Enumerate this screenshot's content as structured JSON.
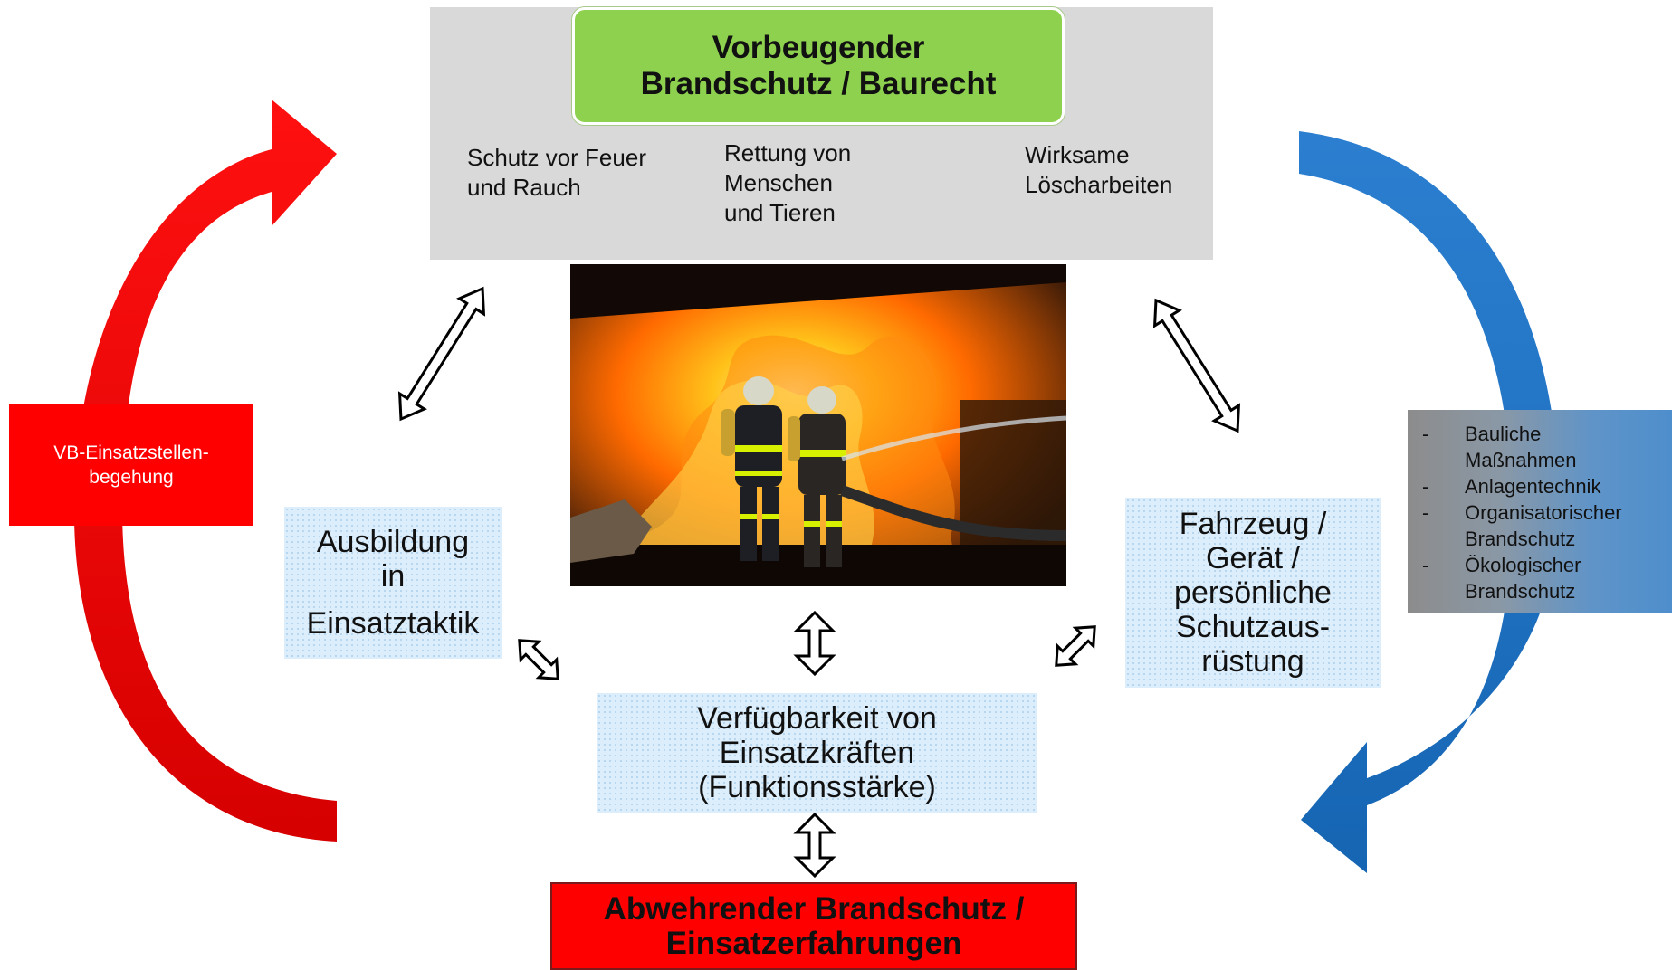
{
  "colors": {
    "green_box": "#8dd14f",
    "grey_panel": "#d9d9d9",
    "dotted_box": "#dceefb",
    "red": "#ff0000",
    "blue": "#1f6fc1"
  },
  "top": {
    "title_line1": "Vorbeugender",
    "title_line2": "Brandschutz / Baurecht",
    "col1": [
      "Schutz vor Feuer",
      "und Rauch"
    ],
    "col2": [
      "Rettung von",
      "Menschen",
      "und Tieren"
    ],
    "col3": [
      "Wirksame",
      "Löscharbeiten"
    ]
  },
  "left_box": [
    "Ausbildung",
    "in",
    "Einsatztaktik"
  ],
  "right_box": [
    "Fahrzeug /",
    "Gerät /",
    "persönliche",
    "Schutzaus-",
    "rüstung"
  ],
  "center_box": [
    "Verfügbarkeit von",
    "Einsatzkräften",
    "(Funktionsstärke)"
  ],
  "bottom_box": [
    "Abwehrender Brandschutz /",
    "Einsatzerfahrungen"
  ],
  "red_side": [
    "VB-Einsatzstellen-",
    "begehung"
  ],
  "gray_list": [
    {
      "dash": "-",
      "lines": [
        "Bauliche",
        "Maßnahmen"
      ]
    },
    {
      "dash": "-",
      "lines": [
        "Anlagentechnik"
      ]
    },
    {
      "dash": "-",
      "lines": [
        "Organisatorischer",
        "Brandschutz"
      ]
    },
    {
      "dash": "-",
      "lines": [
        "Ökologischer",
        "Brandschutz"
      ]
    }
  ],
  "photo": {
    "icon": "firefighters-fire-photo"
  }
}
